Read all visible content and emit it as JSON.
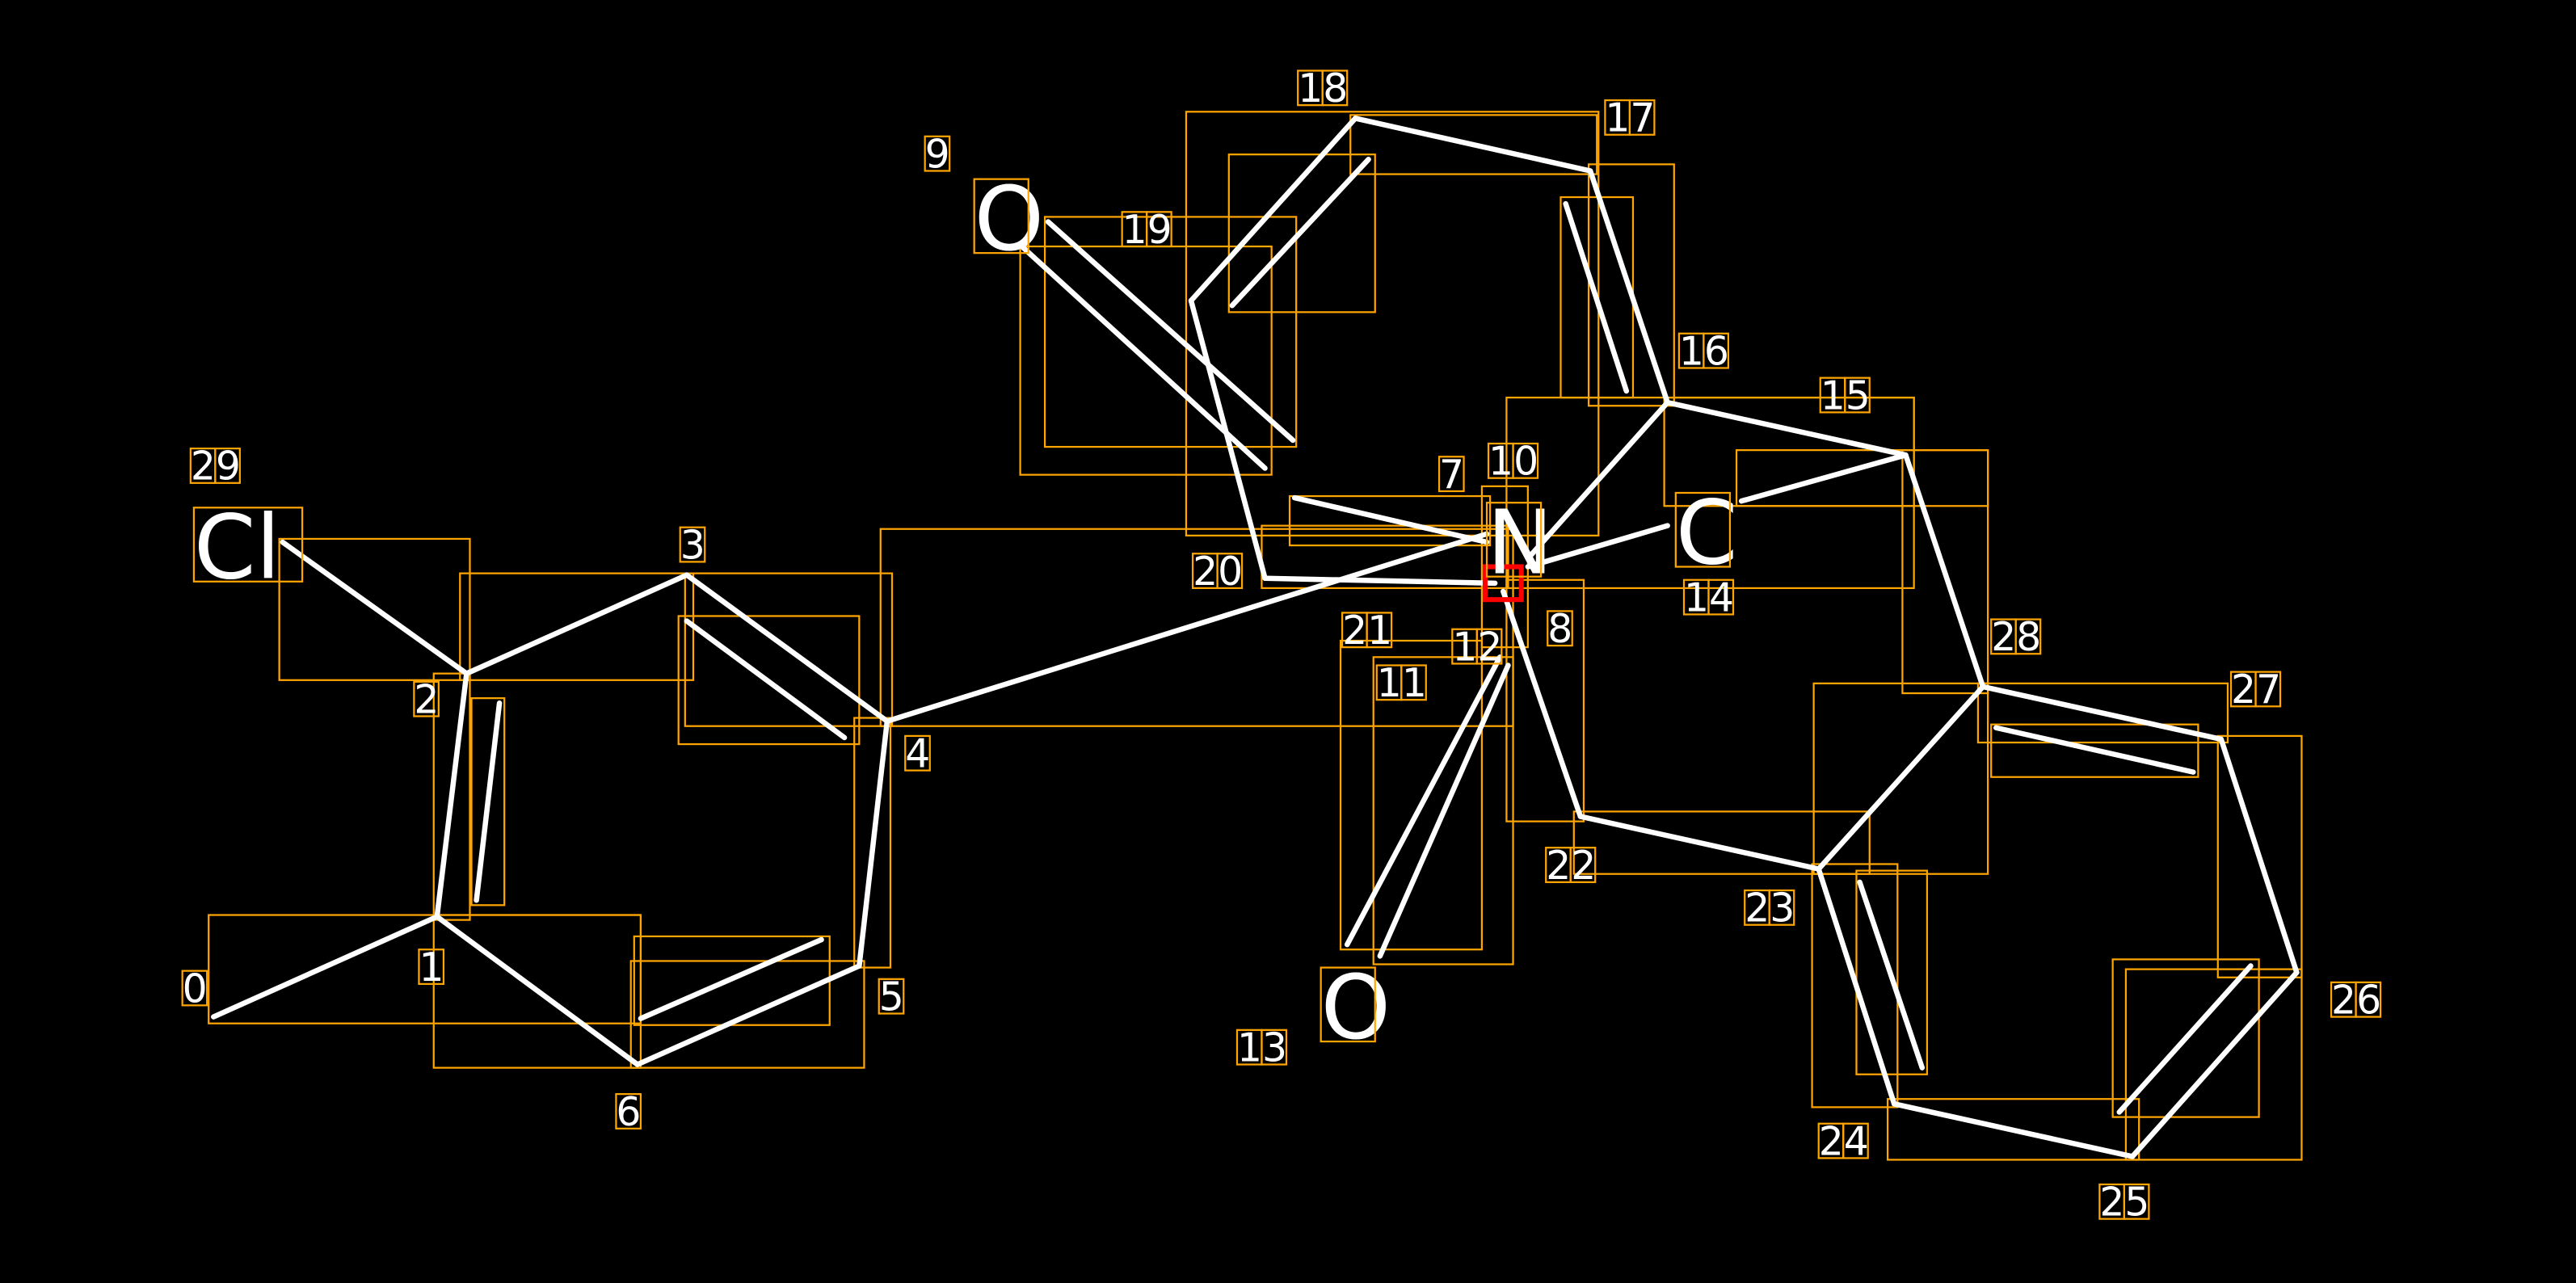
{
  "diagram": {
    "type": "molecule-annotation",
    "colors": {
      "background": "#000000",
      "bond": "#FFFFFF",
      "box": "#FFA500",
      "highlight": "#FF0000"
    },
    "atom_labels": [
      "Cl",
      "O",
      "O",
      "N",
      "C"
    ],
    "index_labels": [
      "0",
      "1",
      "2",
      "3",
      "4",
      "5",
      "6",
      "7",
      "8",
      "9",
      "10",
      "11",
      "12",
      "13",
      "14",
      "15",
      "16",
      "17",
      "18",
      "19",
      "20",
      "21",
      "22",
      "23",
      "24",
      "25",
      "26",
      "27",
      "28",
      "29"
    ]
  }
}
